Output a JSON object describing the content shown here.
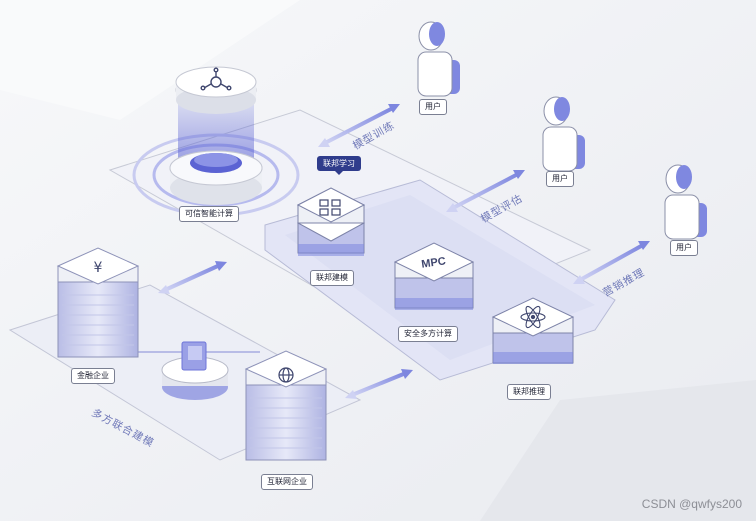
{
  "center": {
    "platform_label": "可信智能计算",
    "badge": "联邦学习",
    "modules": [
      {
        "label": "联邦建模",
        "icon": "grid-icon"
      },
      {
        "label": "安全多方计算",
        "icon": "mpc-icon",
        "glyph": "MPC"
      },
      {
        "label": "联邦推理",
        "icon": "atom-icon"
      }
    ]
  },
  "users": [
    {
      "label": "用户",
      "flow": "模型训练"
    },
    {
      "label": "用户",
      "flow": "模型评估"
    },
    {
      "label": "用户",
      "flow": "营销推理"
    }
  ],
  "left": {
    "finance_label": "金融企业",
    "internet_label": "互联网企业",
    "group_caption": "多方联合建模"
  },
  "watermark": "CSDN @qwfys200",
  "colors": {
    "accent": "#5b63d3",
    "dark_badge": "#2f3c8c"
  }
}
